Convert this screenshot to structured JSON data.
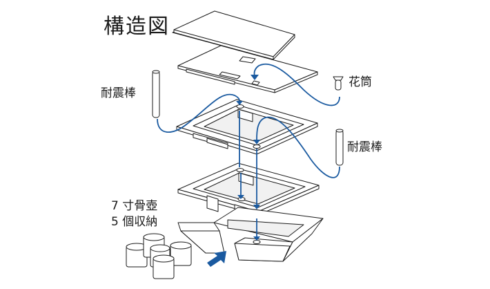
{
  "diagram": {
    "title": "構造図",
    "labels": {
      "seismic_rod_left": "耐震棒",
      "flower_vase": "花筒",
      "seismic_rod_right": "耐震棒",
      "urn_line1": "7 寸骨壺",
      "urn_line2": "5 個収納"
    },
    "components": [
      "top-lid",
      "upper-plate",
      "upper-frame",
      "middle-frame",
      "base-frame",
      "seismic-rod-left",
      "seismic-rod-right",
      "flower-vase",
      "urns"
    ],
    "urn_count": 5,
    "colors": {
      "connector_line": "#1a5aa0",
      "outline": "#1a1a1a",
      "background": "#ffffff"
    }
  }
}
